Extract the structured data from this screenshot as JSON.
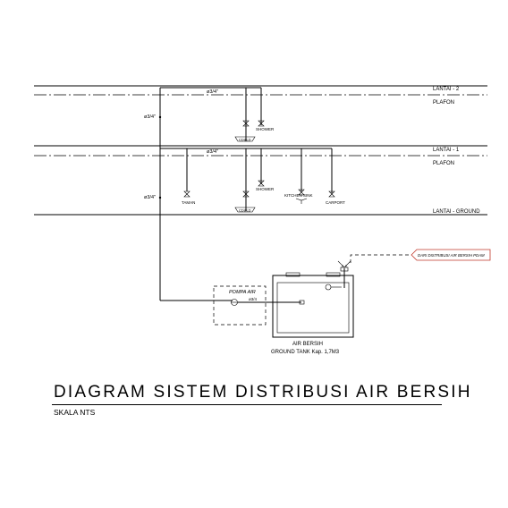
{
  "floors": {
    "lantai2": "LANTAI - 2",
    "plafon_top": "PLAFON",
    "lantai1": "LANTAI - 1",
    "plafon_mid": "PLAFON",
    "ground": "LANTAI - GROUND"
  },
  "pipes": {
    "size_top": "ø3/4\"",
    "size_left_top": "ø3/4\"",
    "size_mid": "ø3/4\"",
    "size_left_mid": "ø3/4\""
  },
  "fixtures": {
    "shower_top": "SHOWER",
    "taman": "TAMAN",
    "shower_mid": "SHOWER",
    "kitchen": "KITCHEN SINK",
    "carport": "CARPORT",
    "tag_top": "CD&LD",
    "tag_mid": "CD&LD"
  },
  "pump": {
    "label": "POMPA AIR",
    "inline_label": "ø3/4"
  },
  "tank": {
    "line1": "AIR BERSIH",
    "line2": "GROUND TANK Kap. 1,7M3"
  },
  "supply": {
    "label": "DARI DISTRIBUSI AIR BERSIH PDAM"
  },
  "title": "DIAGRAM SISTEM DISTRIBUSI AIR BERSIH",
  "subtitle": "SKALA NTS"
}
